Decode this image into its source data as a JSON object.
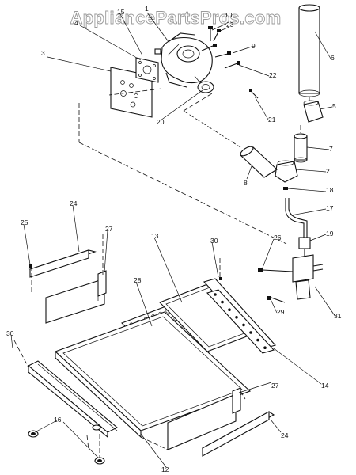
{
  "watermark": "AppliancePartsPros.com",
  "callouts": [
    {
      "id": "c1",
      "text": "1"
    },
    {
      "id": "c2",
      "text": "2"
    },
    {
      "id": "c3",
      "text": "3"
    },
    {
      "id": "c4",
      "text": "4"
    },
    {
      "id": "c5",
      "text": "5"
    },
    {
      "id": "c6",
      "text": "6"
    },
    {
      "id": "c7",
      "text": "7"
    },
    {
      "id": "c8",
      "text": "8"
    },
    {
      "id": "c9",
      "text": "9"
    },
    {
      "id": "c10",
      "text": "10"
    },
    {
      "id": "c12",
      "text": "12"
    },
    {
      "id": "c13",
      "text": "13"
    },
    {
      "id": "c14",
      "text": "14"
    },
    {
      "id": "c15",
      "text": "15"
    },
    {
      "id": "c16",
      "text": "16"
    },
    {
      "id": "c17",
      "text": "17"
    },
    {
      "id": "c18",
      "text": "18"
    },
    {
      "id": "c19",
      "text": "19"
    },
    {
      "id": "c20",
      "text": "20"
    },
    {
      "id": "c21",
      "text": "21"
    },
    {
      "id": "c22",
      "text": "22"
    },
    {
      "id": "c23",
      "text": "23"
    },
    {
      "id": "c24a",
      "text": "24"
    },
    {
      "id": "c24b",
      "text": "24"
    },
    {
      "id": "c25",
      "text": "25"
    },
    {
      "id": "c26",
      "text": "26"
    },
    {
      "id": "c27a",
      "text": "27"
    },
    {
      "id": "c27b",
      "text": "27"
    },
    {
      "id": "c28",
      "text": "28"
    },
    {
      "id": "c29",
      "text": "29"
    },
    {
      "id": "c30a",
      "text": "30"
    },
    {
      "id": "c30b",
      "text": "30"
    },
    {
      "id": "c31",
      "text": "31"
    }
  ]
}
